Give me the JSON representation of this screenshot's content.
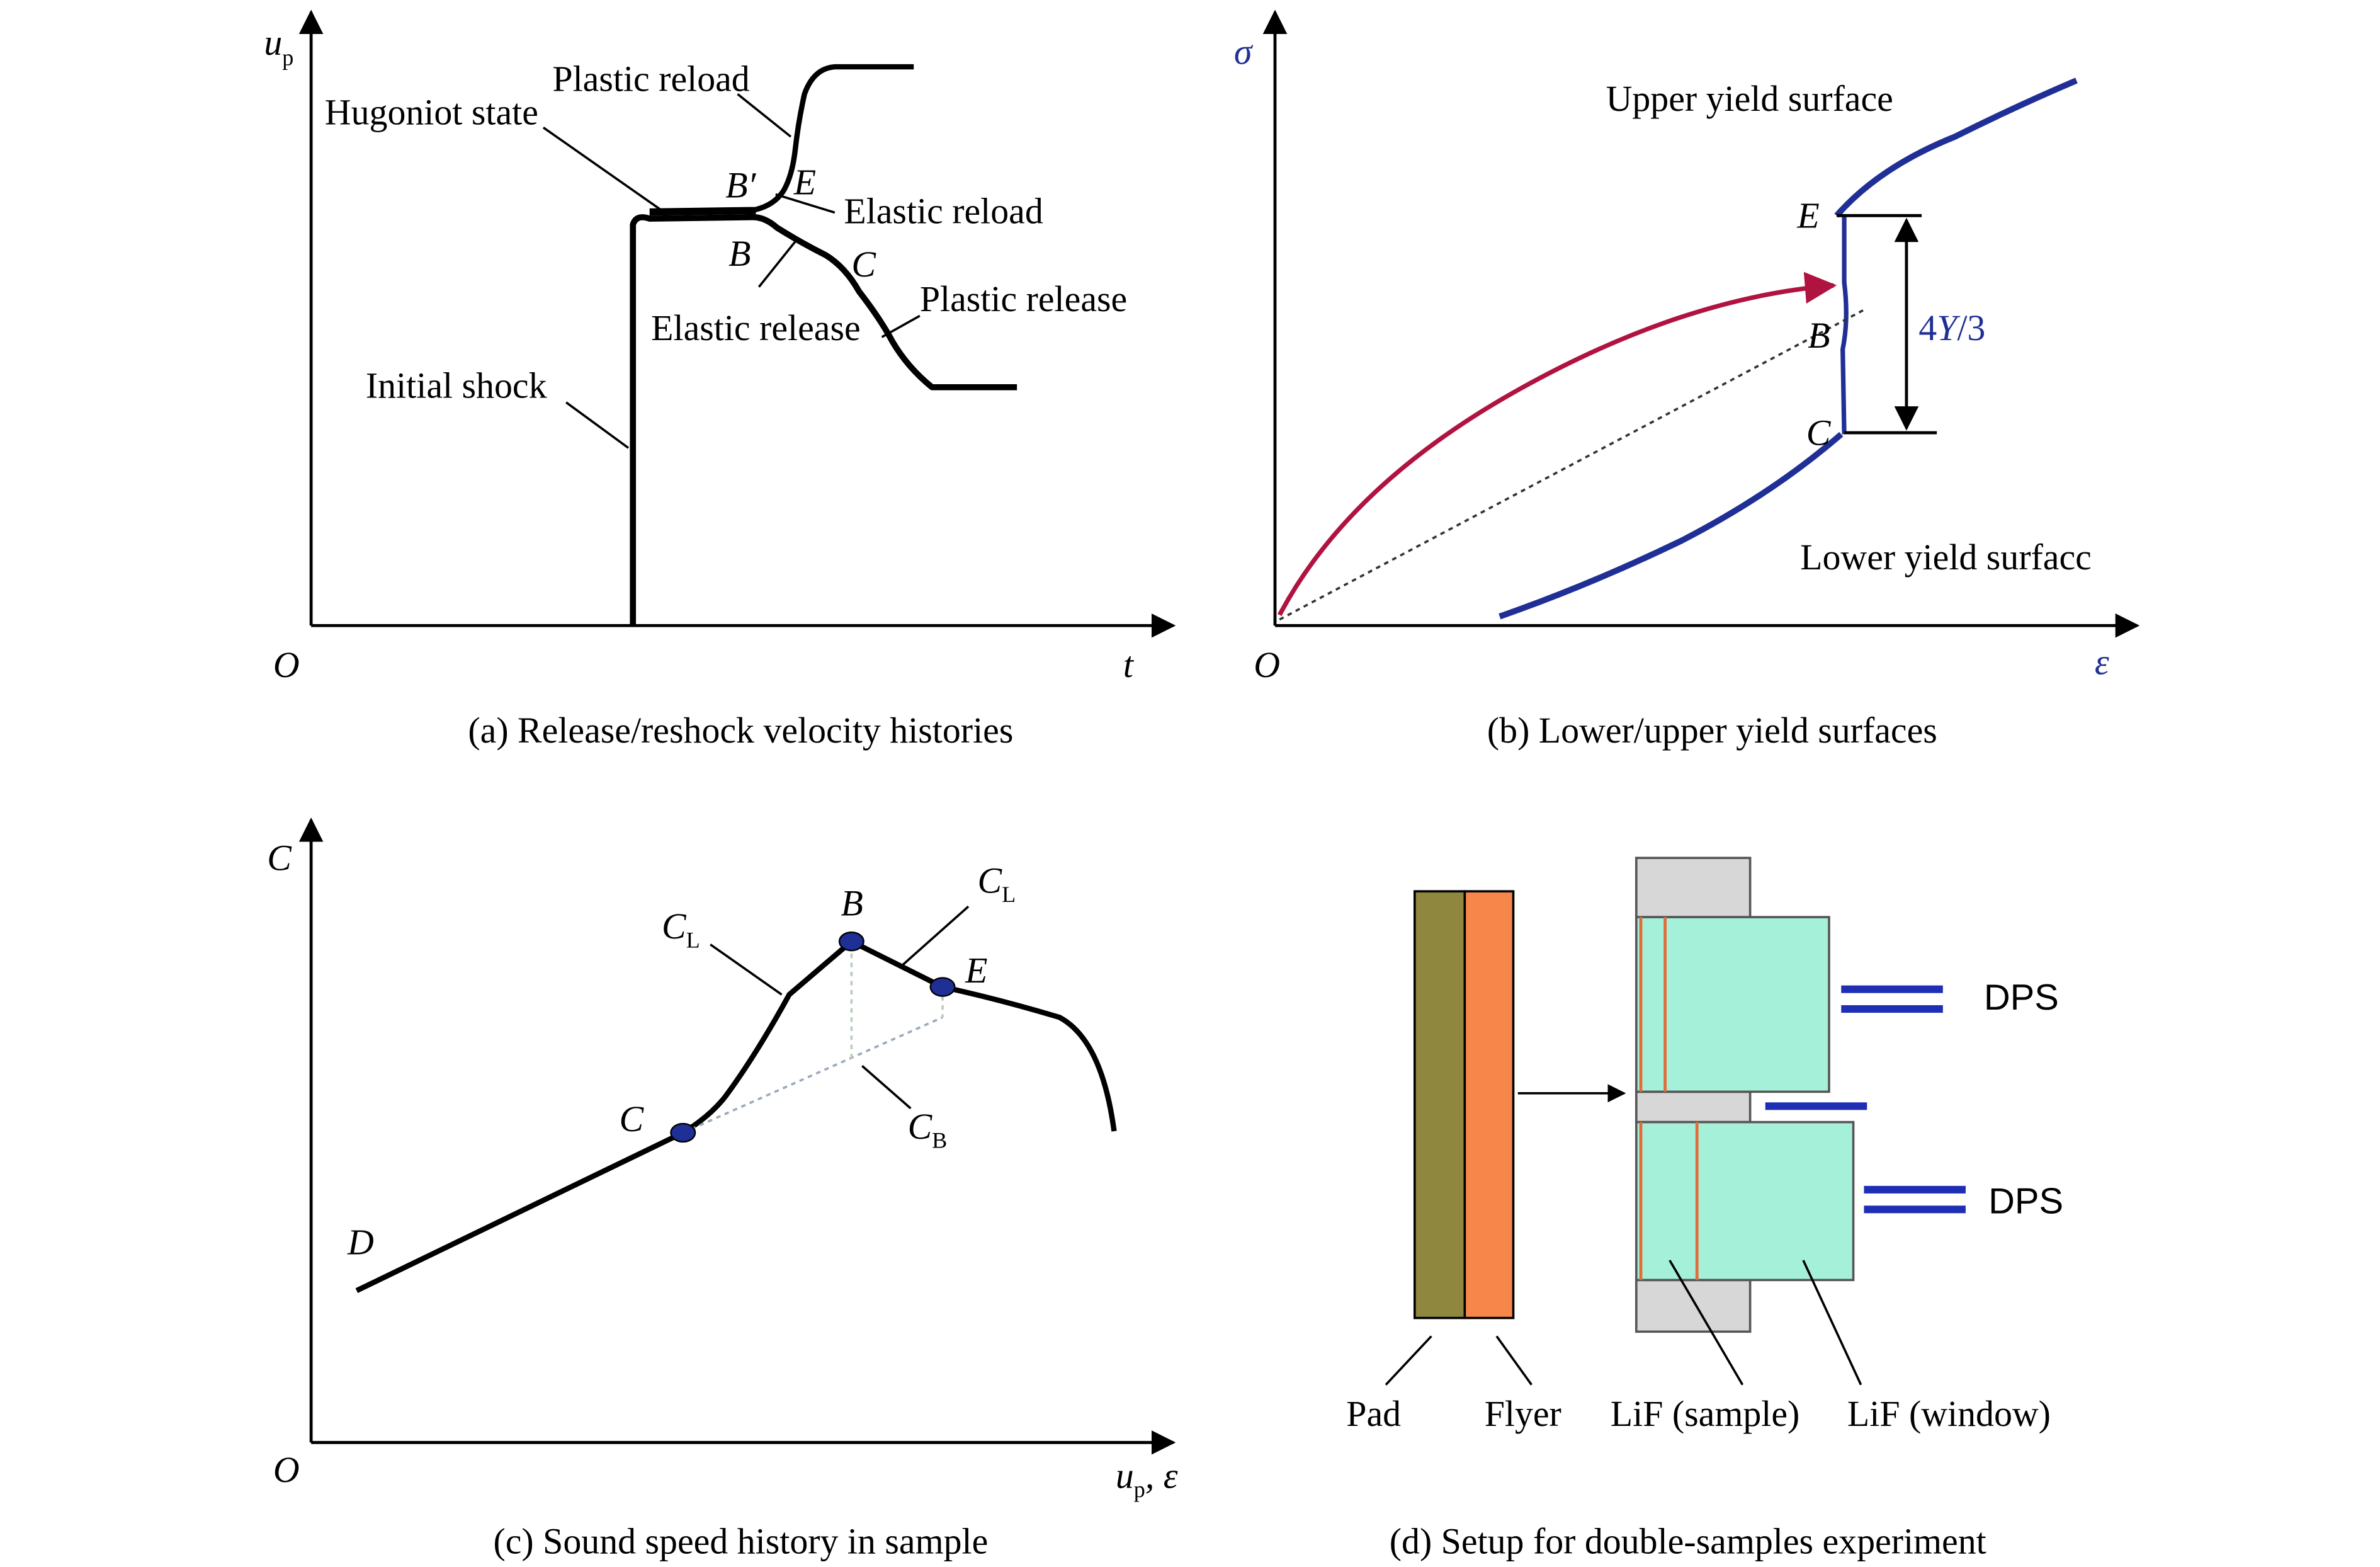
{
  "panel_a": {
    "y_axis_symbol": "u",
    "y_axis_sub": "p",
    "origin": "O",
    "x_axis": "t",
    "labels": {
      "plastic_reload": "Plastic reload",
      "hugoniot_state": "Hugoniot state",
      "b_prime": "B′",
      "e": "E",
      "elastic_reload": "Elastic reload",
      "b": "B",
      "c": "C",
      "plastic_release": "Plastic release",
      "elastic_release": "Elastic release",
      "initial_shock": "Initial shock"
    },
    "caption": "(a) Release/reshock velocity histories"
  },
  "panel_b": {
    "y_axis": "σ",
    "origin": "O",
    "x_axis": "ε",
    "labels": {
      "upper_yield": "Upper yield surface",
      "lower_yield": "Lower yield surfacc",
      "e": "E",
      "b": "B",
      "c": "C",
      "four": "4",
      "y": "Y",
      "over3": "/3"
    },
    "caption": "(b) Lower/upper yield surfaces",
    "colors": {
      "blue": "#1f2f96",
      "red": "#b0133f"
    }
  },
  "panel_c": {
    "y_axis": "C",
    "origin": "O",
    "x_axis_u": "u",
    "x_axis_sub": "p",
    "x_axis_rest": ", ε",
    "labels": {
      "b": "B",
      "e": "E",
      "c": "C",
      "d": "D",
      "cl": "C",
      "cl_sub": "L",
      "cb": "C",
      "cb_sub": "B"
    },
    "caption": "(c) Sound speed history in sample"
  },
  "panel_d": {
    "labels": {
      "dps_top": "DPS",
      "dps_bottom": "DPS",
      "pad": "Pad",
      "flyer": "Flyer",
      "lif_sample": "LiF (sample)",
      "lif_window": "LiF (window)"
    },
    "caption": "(d) Setup for double-samples experiment",
    "colors": {
      "pad": "#8f873d",
      "flyer": "#f7864a",
      "lif": "#a5f0d9",
      "holder": "#d7d7d7",
      "dps": "#1f2fb5"
    }
  }
}
